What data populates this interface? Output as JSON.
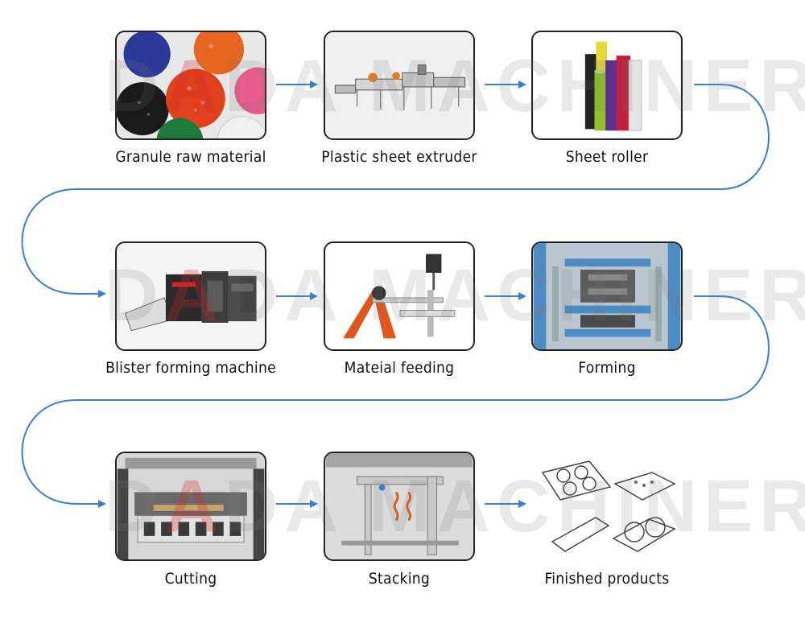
{
  "steps": [
    {
      "id": "granule",
      "label": "Granule raw material"
    },
    {
      "id": "extruder",
      "label": "Plastic sheet extruder"
    },
    {
      "id": "roller",
      "label": "Sheet roller"
    },
    {
      "id": "blister",
      "label": "Blister forming machine"
    },
    {
      "id": "feeding",
      "label": "Mateial feeding"
    },
    {
      "id": "forming",
      "label": "Forming"
    },
    {
      "id": "cutting",
      "label": "Cutting"
    },
    {
      "id": "stacking",
      "label": "Stacking"
    },
    {
      "id": "finished",
      "label": "Finished products"
    }
  ],
  "watermark": {
    "part1": "D",
    "part2": "A",
    "part3": "DA MACHINERY"
  },
  "colors": {
    "connector": "#3a7fd5",
    "frame": "#222222"
  }
}
